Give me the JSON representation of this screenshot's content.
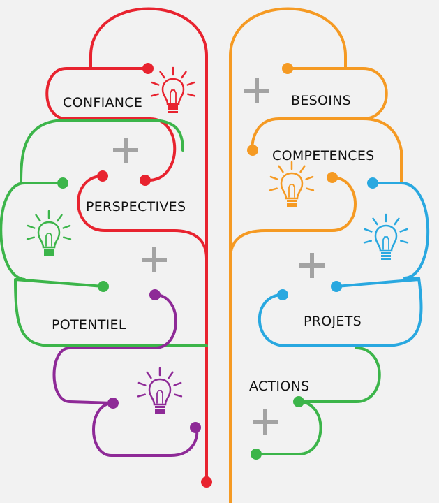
{
  "labels": {
    "confiance": "CONFIANCE",
    "perspectives": "PERSPECTIVES",
    "potentiel": "POTENTIEL",
    "besoins": "BESOINS",
    "competences": "COMPETENCES",
    "projets": "PROJETS",
    "actions": "ACTIONS"
  },
  "colors": {
    "red": "#e8232f",
    "green": "#3cb54a",
    "purple": "#8e2a97",
    "orange": "#f59a23",
    "blue": "#29a8e0",
    "plus": "#a3a3a3",
    "text": "#111111",
    "background": "#f2f2f2"
  },
  "icons": [
    "lightbulb-icon",
    "plus-icon"
  ]
}
